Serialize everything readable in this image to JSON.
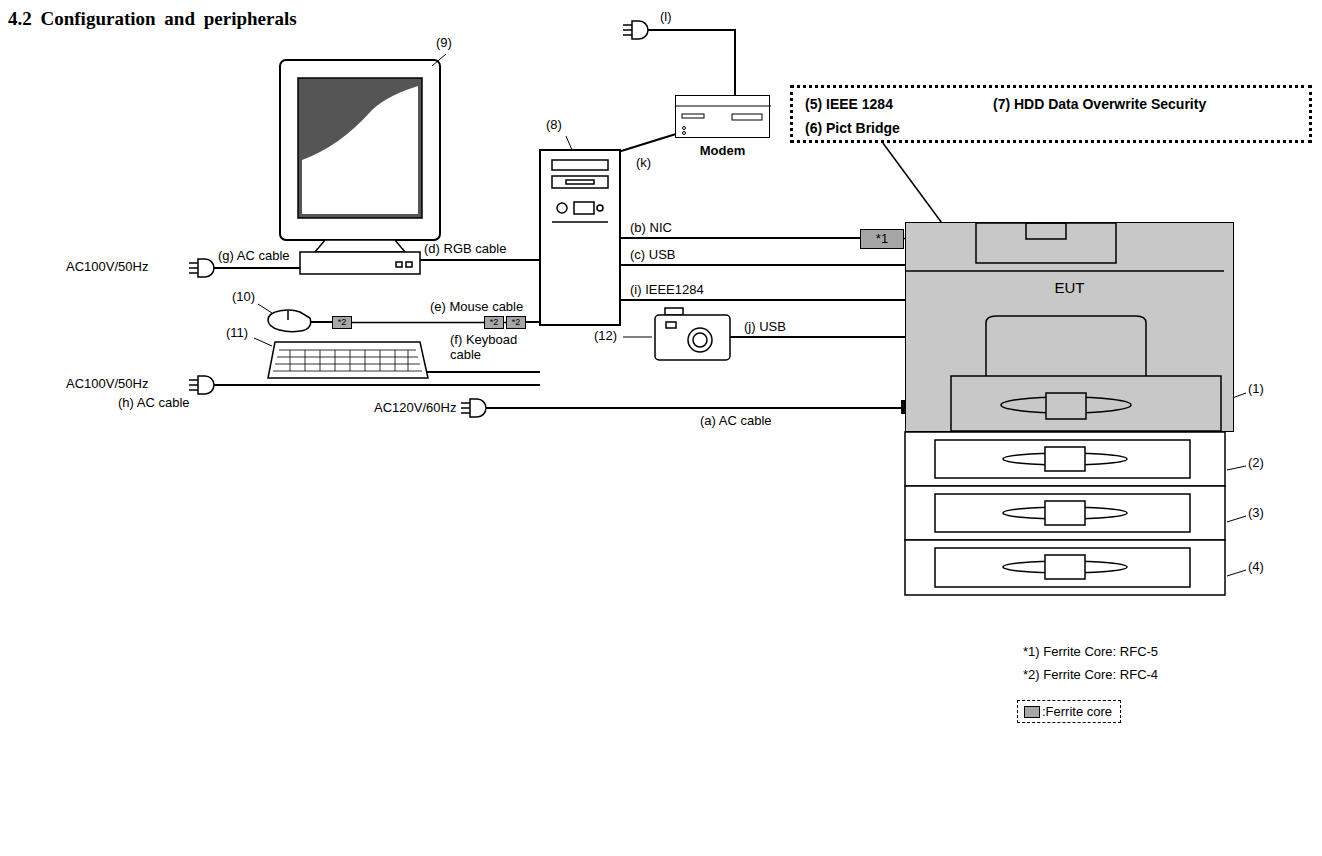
{
  "diagram": {
    "title": "4.2 Configuration and peripherals",
    "nodes": [
      {
        "text": [
          "(5) IEEE 1284",
          "(7) HDD Data Overwrite Security",
          "(6) Pict Bridge"
        ]
      },
      {
        "text": [
          "Modem"
        ]
      },
      {
        "text": [
          "EUT"
        ]
      },
      {
        "text": [
          "*1"
        ]
      },
      {
        "text": [
          "*2"
        ]
      },
      {
        "text": [
          "*2"
        ]
      },
      {
        "text": [
          "*2"
        ]
      }
    ],
    "edges": [
      {
        "from": 0,
        "to": 2,
        "arrow": "none"
      },
      {
        "from": 3,
        "to": 2,
        "arrow": "none"
      },
      {
        "from": 4,
        "to": 5,
        "arrow": "none"
      },
      {
        "from": 5,
        "to": 6,
        "arrow": "none"
      }
    ],
    "labels": [
      "(l)",
      "(9)",
      "(8)",
      "(k)",
      "AC100V/50Hz",
      "(g) AC cable",
      "(d) RGB cable",
      "(b) NIC",
      "(c) USB",
      "(10)",
      "(e) Mouse cable",
      "(11)",
      "(f) Keyboad cable",
      "(i) IEEE1284",
      "(12)",
      "(j) USB",
      "(1)",
      "AC100V/50Hz",
      "(h) AC cable",
      "AC120V/60Hz",
      "(a) AC cable",
      "(2)",
      "(3)",
      "(4)",
      "*1) Ferrite Core: RFC-5",
      "*2) Ferrite Core: RFC-4"
    ],
    "legend": [
      {
        "text": ":Ferrite core",
        "color": "#a6a6a6"
      }
    ]
  }
}
